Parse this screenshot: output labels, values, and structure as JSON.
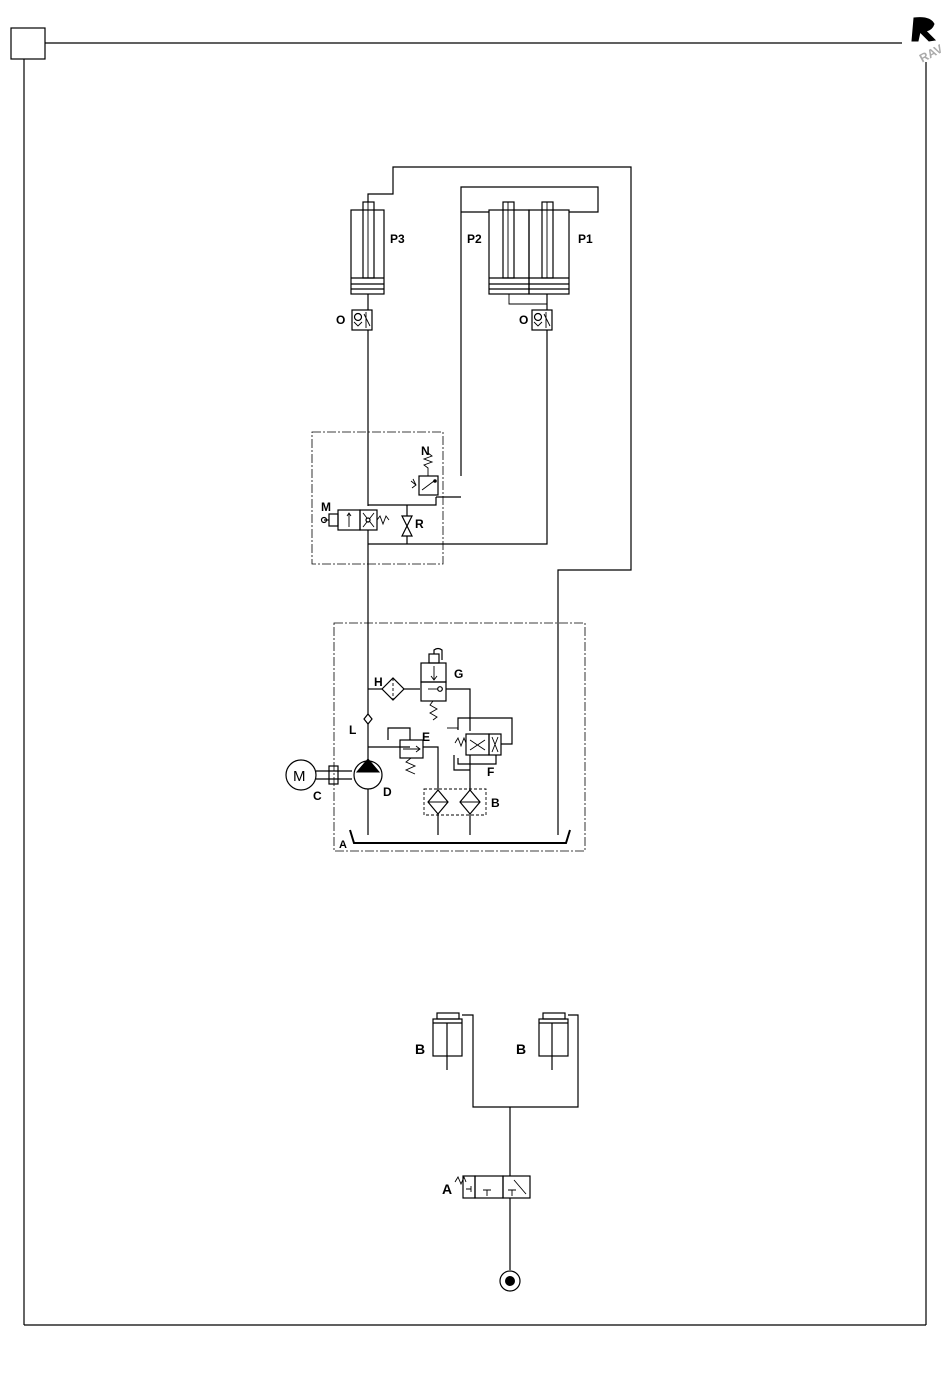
{
  "logo": {
    "text": "RAV"
  },
  "labels": {
    "p3": "P3",
    "p2": "P2",
    "p1": "P1",
    "o_left": "O",
    "o_right": "O",
    "n": "N",
    "m": "M",
    "r": "R",
    "h": "H",
    "g": "G",
    "l": "L",
    "e": "E",
    "f": "F",
    "motor": "M",
    "c": "C",
    "d": "D",
    "b": "B",
    "a": "A",
    "b_left": "B",
    "b_right": "B",
    "a_lower": "A"
  }
}
